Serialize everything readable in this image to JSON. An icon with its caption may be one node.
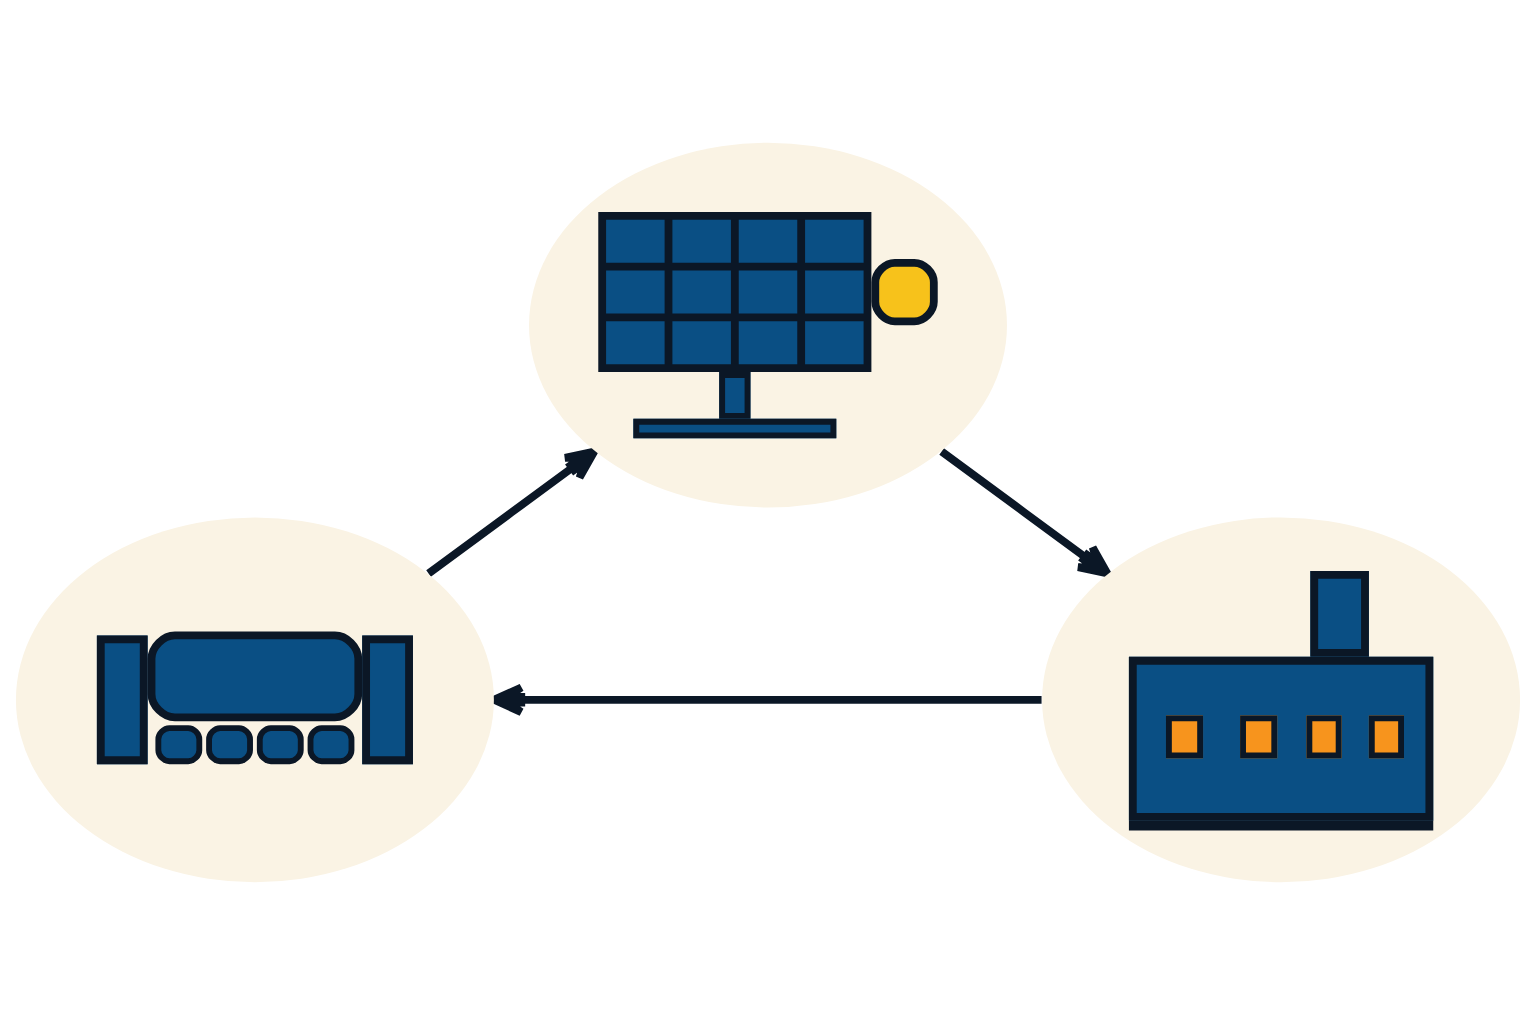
{
  "diagram": {
    "nodes": [
      {
        "text": [],
        "shape": "picture"
      },
      {
        "text": [],
        "shape": "picture"
      },
      {
        "text": [],
        "shape": "picture"
      }
    ],
    "edges": [
      {
        "from": 0,
        "to": 1,
        "arrow": "to"
      },
      {
        "from": 1,
        "to": 2,
        "arrow": "to"
      },
      {
        "from": 2,
        "to": 0,
        "arrow": "to"
      }
    ]
  }
}
